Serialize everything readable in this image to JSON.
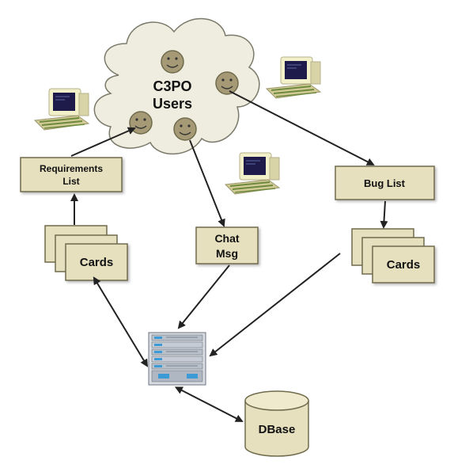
{
  "cloud": {
    "label_line1": "C3PO",
    "label_line2": "Users"
  },
  "requirements_box": {
    "line1": "Requirements",
    "line2": "List"
  },
  "bug_box": {
    "label": "Bug List"
  },
  "chat_box": {
    "line1": "Chat",
    "line2": "Msg"
  },
  "cards_left": {
    "label": "Cards"
  },
  "cards_right": {
    "label": "Cards"
  },
  "database": {
    "label": "DBase"
  },
  "colors": {
    "box_fill": "#e6e0bf",
    "box_stroke": "#6f6b4c",
    "cloud_fill": "#efece0",
    "face_fill": "#a59a75",
    "arrow": "#222222",
    "screen": "#1e1a4a"
  },
  "icons": [
    "computer-icon",
    "smiley-face-icon",
    "server-rack-icon",
    "database-cylinder-icon"
  ]
}
